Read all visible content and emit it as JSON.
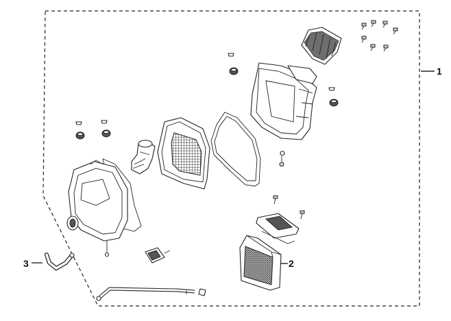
{
  "callouts": [
    {
      "number": "1"
    },
    {
      "number": "2"
    },
    {
      "number": "3"
    }
  ],
  "colors": {
    "line": "#222222",
    "background": "#ffffff",
    "mesh": "#555555"
  }
}
